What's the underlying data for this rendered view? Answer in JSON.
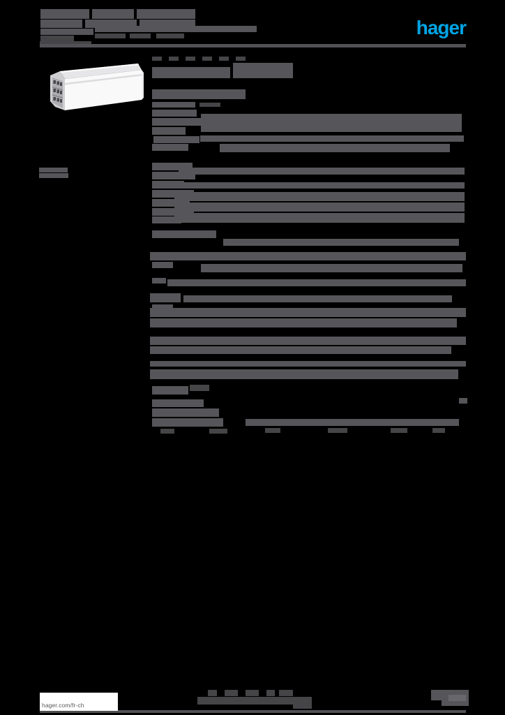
{
  "logo": {
    "text": "hager",
    "color": "#00a4e4"
  },
  "footer": {
    "website": "hager.com/fr-ch"
  },
  "product_image": {
    "description": "white-cable-trunking-perspective-photo"
  },
  "palette": {
    "bar": "#56565a",
    "dark": "#454548",
    "light": "#68686c",
    "rule": "#525256"
  },
  "redaction": {
    "bars": [
      [
        58,
        13,
        70,
        14,
        "bar"
      ],
      [
        132,
        13,
        60,
        14,
        "bar"
      ],
      [
        196,
        13,
        84,
        14,
        "bar"
      ],
      [
        58,
        28,
        60,
        12,
        "bar"
      ],
      [
        122,
        28,
        74,
        12,
        "bar"
      ],
      [
        200,
        28,
        80,
        12,
        "bar"
      ],
      [
        58,
        41,
        76,
        9,
        "bar"
      ],
      [
        58,
        51,
        48,
        8,
        "dark"
      ],
      [
        136,
        37,
        232,
        9,
        "bar"
      ],
      [
        136,
        48,
        44,
        7,
        "dark"
      ],
      [
        186,
        48,
        30,
        7,
        "dark"
      ],
      [
        224,
        48,
        40,
        7,
        "dark"
      ],
      [
        57,
        59,
        74,
        9,
        "dark"
      ],
      [
        57,
        63,
        611,
        5,
        "rule"
      ],
      [
        218,
        81,
        14,
        6,
        "dark"
      ],
      [
        242,
        81,
        14,
        6,
        "dark"
      ],
      [
        266,
        81,
        14,
        6,
        "dark"
      ],
      [
        290,
        81,
        14,
        6,
        "dark"
      ],
      [
        314,
        81,
        14,
        6,
        "dark"
      ],
      [
        338,
        81,
        14,
        6,
        "dark"
      ],
      [
        218,
        96,
        112,
        16,
        "bar"
      ],
      [
        334,
        90,
        86,
        22,
        "bar"
      ],
      [
        218,
        128,
        134,
        14,
        "bar"
      ],
      [
        218,
        146,
        62,
        8,
        "bar"
      ],
      [
        286,
        147,
        30,
        6,
        "dark"
      ],
      [
        218,
        157,
        64,
        10,
        "bar"
      ],
      [
        218,
        169,
        70,
        11,
        "bar"
      ],
      [
        218,
        182,
        48,
        11,
        "bar"
      ],
      [
        220,
        195,
        66,
        10,
        "bar"
      ],
      [
        218,
        206,
        52,
        10,
        "bar"
      ],
      [
        288,
        163,
        374,
        26,
        "bar"
      ],
      [
        287,
        194,
        378,
        9,
        "bar"
      ],
      [
        315,
        206,
        330,
        12,
        "bar"
      ],
      [
        56,
        240,
        41,
        7,
        "bar"
      ],
      [
        56,
        248,
        42,
        7,
        "bar"
      ],
      [
        218,
        233,
        58,
        11,
        "bar"
      ],
      [
        218,
        246,
        62,
        11,
        "bar"
      ],
      [
        218,
        259,
        46,
        11,
        "bar"
      ],
      [
        218,
        272,
        60,
        11,
        "bar"
      ],
      [
        218,
        285,
        54,
        11,
        "bar"
      ],
      [
        218,
        298,
        60,
        11,
        "bar"
      ],
      [
        218,
        310,
        42,
        10,
        "bar"
      ],
      [
        256,
        240,
        410,
        10,
        "bar"
      ],
      [
        256,
        261,
        410,
        9,
        "bar"
      ],
      [
        250,
        275,
        416,
        13,
        "bar"
      ],
      [
        250,
        290,
        416,
        13,
        "bar"
      ],
      [
        250,
        305,
        416,
        14,
        "bar"
      ],
      [
        218,
        330,
        92,
        11,
        "bar"
      ],
      [
        320,
        342,
        338,
        10,
        "bar"
      ],
      [
        215,
        361,
        453,
        12,
        "bar"
      ],
      [
        218,
        375,
        30,
        9,
        "bar"
      ],
      [
        288,
        378,
        375,
        12,
        "bar"
      ],
      [
        218,
        398,
        20,
        8,
        "bar"
      ],
      [
        240,
        400,
        428,
        10,
        "bar"
      ],
      [
        215,
        420,
        44,
        13,
        "bar"
      ],
      [
        263,
        423,
        385,
        10,
        "bar"
      ],
      [
        218,
        436,
        30,
        8,
        "bar"
      ],
      [
        215,
        441,
        453,
        13,
        "bar"
      ],
      [
        215,
        456,
        440,
        13,
        "bar"
      ],
      [
        215,
        482,
        453,
        12,
        "bar"
      ],
      [
        215,
        496,
        432,
        11,
        "bar"
      ],
      [
        215,
        517,
        453,
        8,
        "bar"
      ],
      [
        215,
        529,
        442,
        14,
        "bar"
      ],
      [
        218,
        553,
        52,
        12,
        "bar"
      ],
      [
        272,
        551,
        28,
        9,
        "dark"
      ],
      [
        658,
        570,
        12,
        8,
        "bar"
      ],
      [
        218,
        572,
        74,
        11,
        "bar"
      ],
      [
        218,
        585,
        96,
        12,
        "bar"
      ],
      [
        218,
        599,
        102,
        12,
        "bar"
      ],
      [
        352,
        600,
        306,
        10,
        "bar"
      ],
      [
        230,
        614,
        20,
        7,
        "dark"
      ],
      [
        300,
        614,
        26,
        7,
        "dark"
      ],
      [
        380,
        613,
        22,
        7,
        "dark"
      ],
      [
        470,
        613,
        28,
        7,
        "dark"
      ],
      [
        560,
        613,
        24,
        7,
        "dark"
      ],
      [
        620,
        613,
        18,
        7,
        "dark"
      ],
      [
        298,
        988,
        13,
        9,
        "dark"
      ],
      [
        322,
        988,
        19,
        9,
        "dark"
      ],
      [
        352,
        988,
        19,
        9,
        "dark"
      ],
      [
        382,
        988,
        12,
        9,
        "dark"
      ],
      [
        400,
        988,
        20,
        9,
        "dark"
      ],
      [
        283,
        998,
        164,
        11,
        "dark"
      ],
      [
        420,
        1009,
        27,
        6,
        "dark"
      ],
      [
        618,
        988,
        54,
        15,
        "bar"
      ],
      [
        633,
        1003,
        39,
        8,
        "bar"
      ],
      [
        643,
        995,
        25,
        9,
        "light"
      ],
      [
        57,
        1017,
        611,
        4,
        "rule"
      ]
    ]
  }
}
